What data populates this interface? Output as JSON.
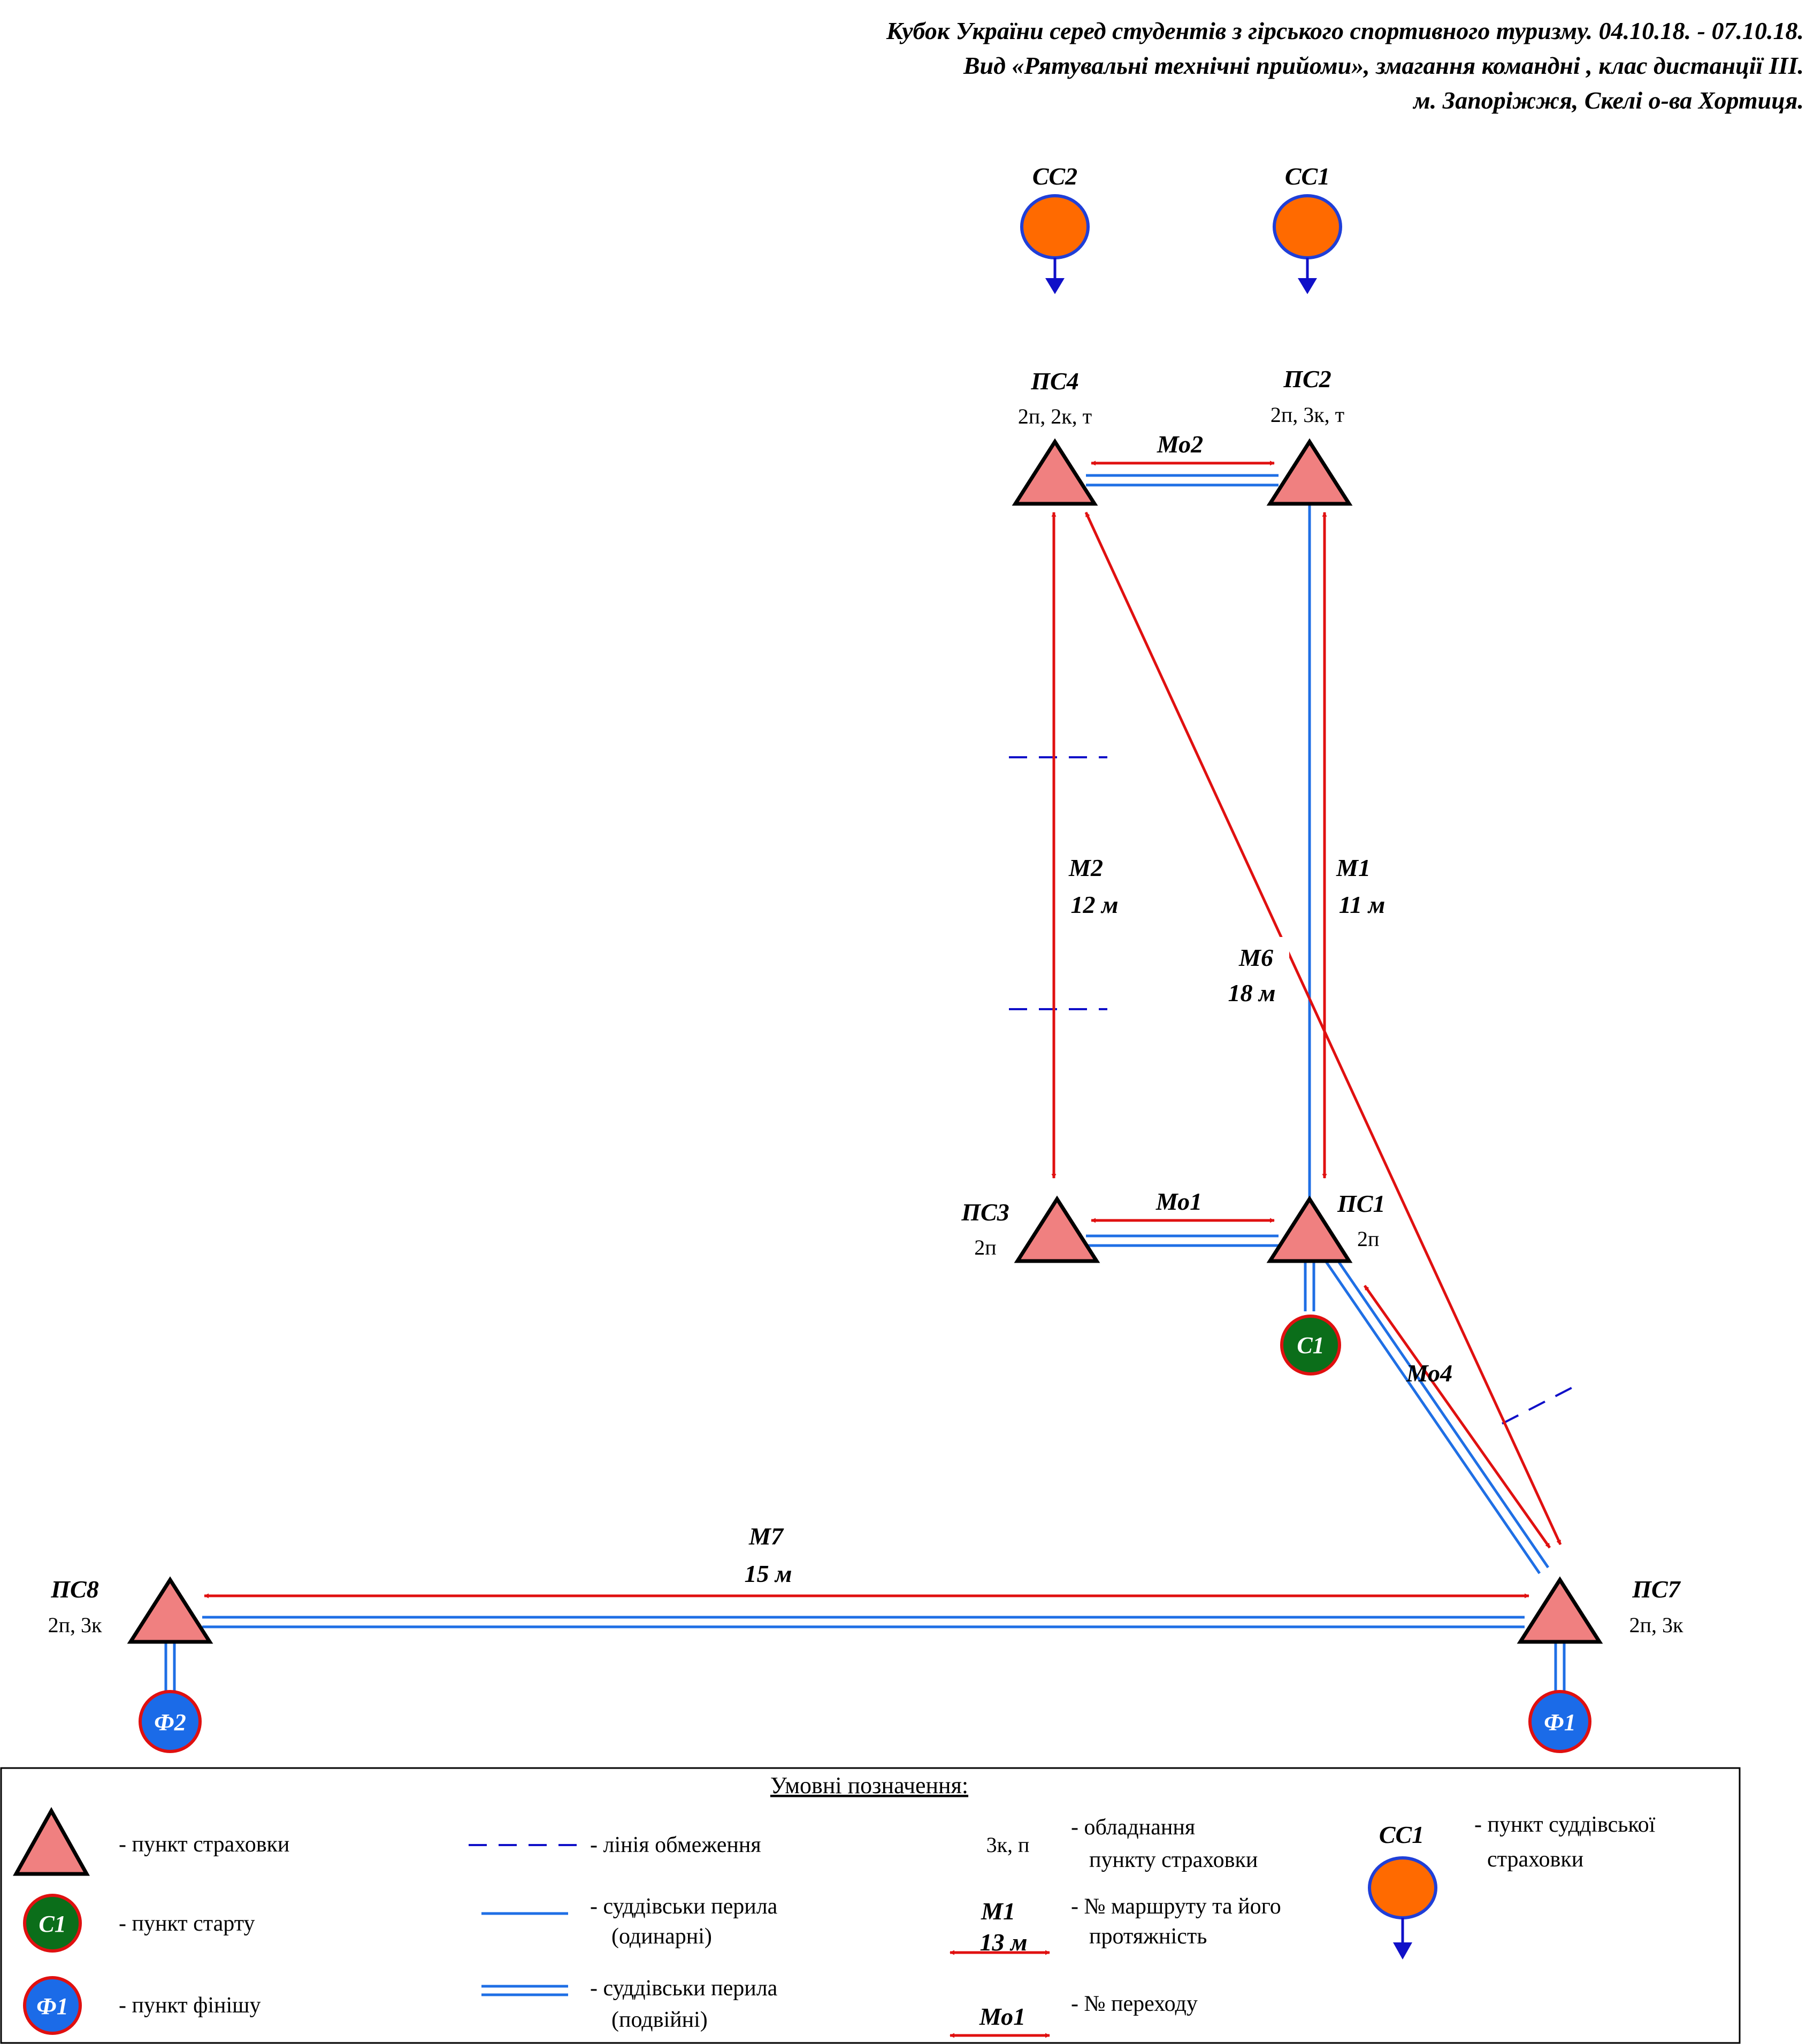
{
  "header": {
    "line1": "Кубок України серед студентів з гірського спортивного туризму. 04.10.18. - 07.10.18.",
    "line2": "Вид «Рятувальні технічні прийоми», змагання командні , клас дистанції III.",
    "line3": "м. Запоріжжя, Скелі о-ва Хортиця."
  },
  "colors": {
    "triangle_fill": "#f08080",
    "rope_blue": "#1f6fe5",
    "route_red": "#e01010",
    "start_green": "#0b6e1a",
    "finish_blue": "#1b6be8",
    "judge_orange": "#ff6a00",
    "limit_line": "#1010c8"
  },
  "judge_points": [
    {
      "name": "СС2"
    },
    {
      "name": "СС1"
    }
  ],
  "belay_points": {
    "ps4": {
      "name": "ПС4",
      "equip": "2п, 2к, т"
    },
    "ps2": {
      "name": "ПС2",
      "equip": "2п, 3к, т"
    },
    "ps3": {
      "name": "ПС3",
      "equip": "2п"
    },
    "ps1": {
      "name": "ПС1",
      "equip": "2п"
    },
    "ps8": {
      "name": "ПС8",
      "equip": "2п, 3к"
    },
    "ps7": {
      "name": "ПС7",
      "equip": "2п, 3к"
    }
  },
  "start_point": {
    "name": "С1"
  },
  "finish_points": [
    {
      "name": "Ф2"
    },
    {
      "name": "Ф1"
    }
  ],
  "routes": {
    "m1": {
      "name": "М1",
      "length": "11 м"
    },
    "m2": {
      "name": "М2",
      "length": "12 м"
    },
    "m6": {
      "name": "М6",
      "length": "18 м"
    },
    "m7": {
      "name": "М7",
      "length": "15 м"
    }
  },
  "transitions": {
    "mo1": "Мо1",
    "mo2": "Мо2",
    "mo4": "Мо4"
  },
  "legend": {
    "title": "Умовні позначення:",
    "belay_point": "- пункт страховки",
    "start_symbol": "С1",
    "start_point": "- пункт старту",
    "finish_symbol": "Ф1",
    "finish_point": "- пункт фінішу",
    "limit_line": "- лінія обмеження",
    "single_rope_1": "- суддівськи перила",
    "single_rope_2": "(одинарні)",
    "double_rope_1": "- суддівськи перила",
    "double_rope_2": "(подвійні)",
    "equip_sample": "3к, п",
    "equip_1": "- обладнання",
    "equip_2": "пункту страховки",
    "route_sample_name": "М1",
    "route_sample_len": "13 м",
    "route_1": "- № маршруту та його",
    "route_2": "протяжність",
    "transition_sample": "Мо1",
    "transition": "- № переходу",
    "judge_symbol": "СС1",
    "judge_1": "- пункт суддівської",
    "judge_2": "страховки"
  }
}
